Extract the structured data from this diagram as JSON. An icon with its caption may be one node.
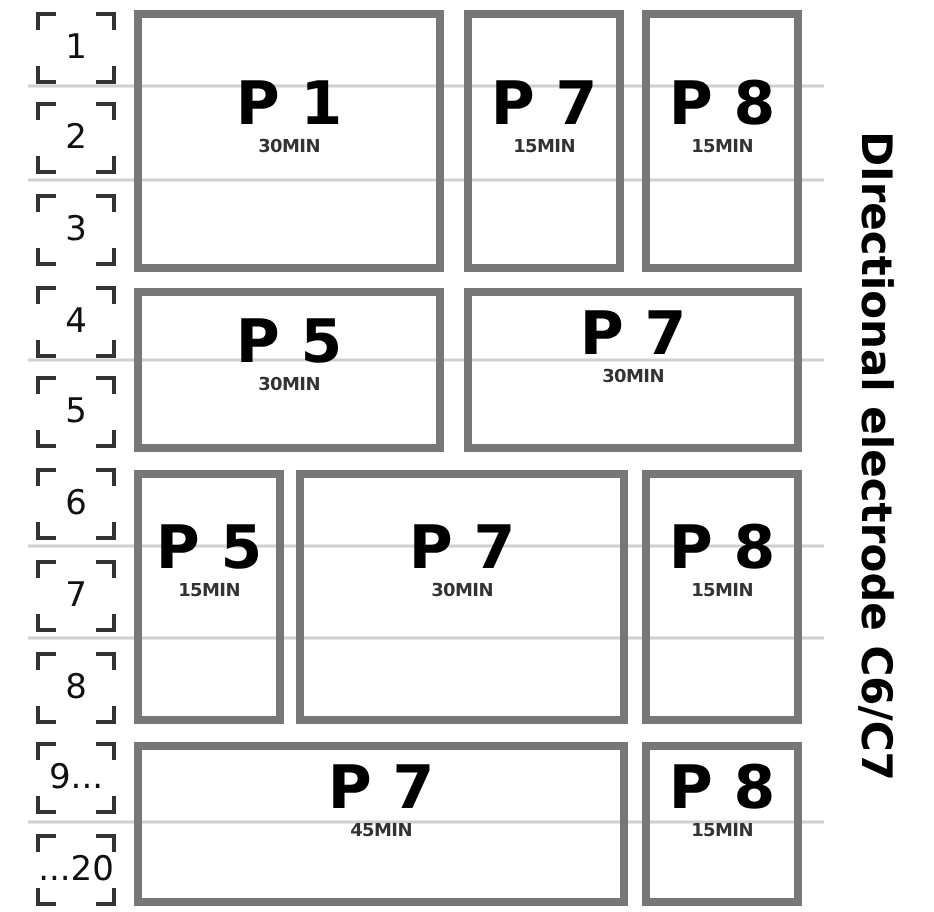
{
  "diagram": {
    "title": "DIrectional electrode C6/C7",
    "nodes": [
      {
        "text": [
          "1"
        ]
      },
      {
        "text": [
          "2"
        ]
      },
      {
        "text": [
          "3"
        ]
      },
      {
        "text": [
          "4"
        ]
      },
      {
        "text": [
          "5"
        ]
      },
      {
        "text": [
          "6"
        ]
      },
      {
        "text": [
          "7"
        ]
      },
      {
        "text": [
          "8"
        ]
      },
      {
        "text": [
          "9..."
        ]
      },
      {
        "text": [
          "...20"
        ]
      },
      {
        "text": [
          "P 1",
          "30MIN"
        ]
      },
      {
        "text": [
          "P 7",
          "15MIN"
        ]
      },
      {
        "text": [
          "P 8",
          "15MIN"
        ]
      },
      {
        "text": [
          "P 5",
          "30MIN"
        ]
      },
      {
        "text": [
          "P 7",
          "30MIN"
        ]
      },
      {
        "text": [
          "P 5",
          "15MIN"
        ]
      },
      {
        "text": [
          "P 7",
          "30MIN"
        ]
      },
      {
        "text": [
          "P 8",
          "15MIN"
        ]
      },
      {
        "text": [
          "P 7",
          "45MIN"
        ]
      },
      {
        "text": [
          "P 8",
          "15MIN"
        ]
      }
    ]
  }
}
